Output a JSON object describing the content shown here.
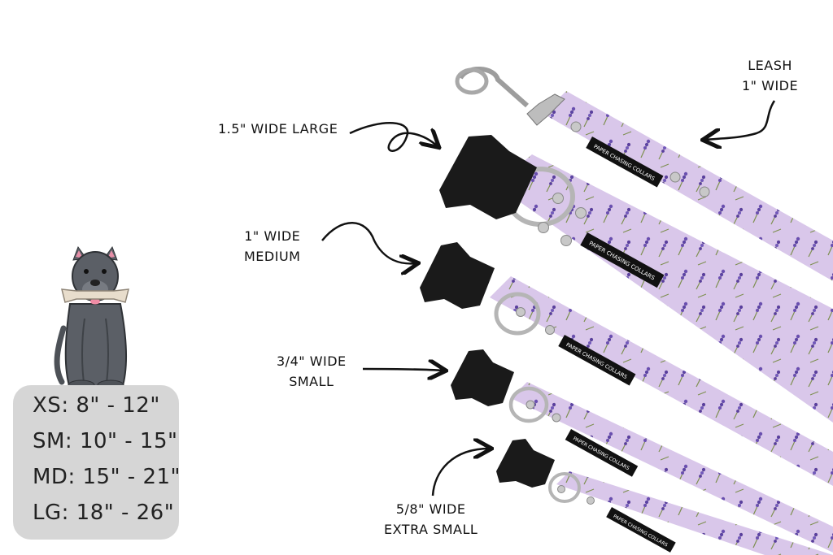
{
  "labels": {
    "large": "1.5\" WIDE LARGE",
    "medium_line1": "1\" WIDE",
    "medium_line2": "MEDIUM",
    "small_line1": "3/4\" WIDE",
    "small_line2": "SMALL",
    "xsmall_line1": "5/8\" WIDE",
    "xsmall_line2": "EXTRA SMALL",
    "leash_line1": "LEASH",
    "leash_line2": "1\" WIDE"
  },
  "brand_tag": "PAPER CHASING COLLARS",
  "size_chart": [
    {
      "size": "XS:",
      "range": "8\" - 12\""
    },
    {
      "size": "SM:",
      "range": "10\" - 15\""
    },
    {
      "size": "MD:",
      "range": "15\" - 21\""
    },
    {
      "size": "LG:",
      "range": "18\" - 26\""
    }
  ],
  "colors": {
    "fabric": "#d9c7ea",
    "lavender": "#6a4fb0",
    "stem": "#7d8f4f",
    "buckle": "#1a1a1a",
    "metal": "#b9b9b9",
    "dog": "#5b5f66",
    "chart_bg": "#d6d6d6"
  }
}
